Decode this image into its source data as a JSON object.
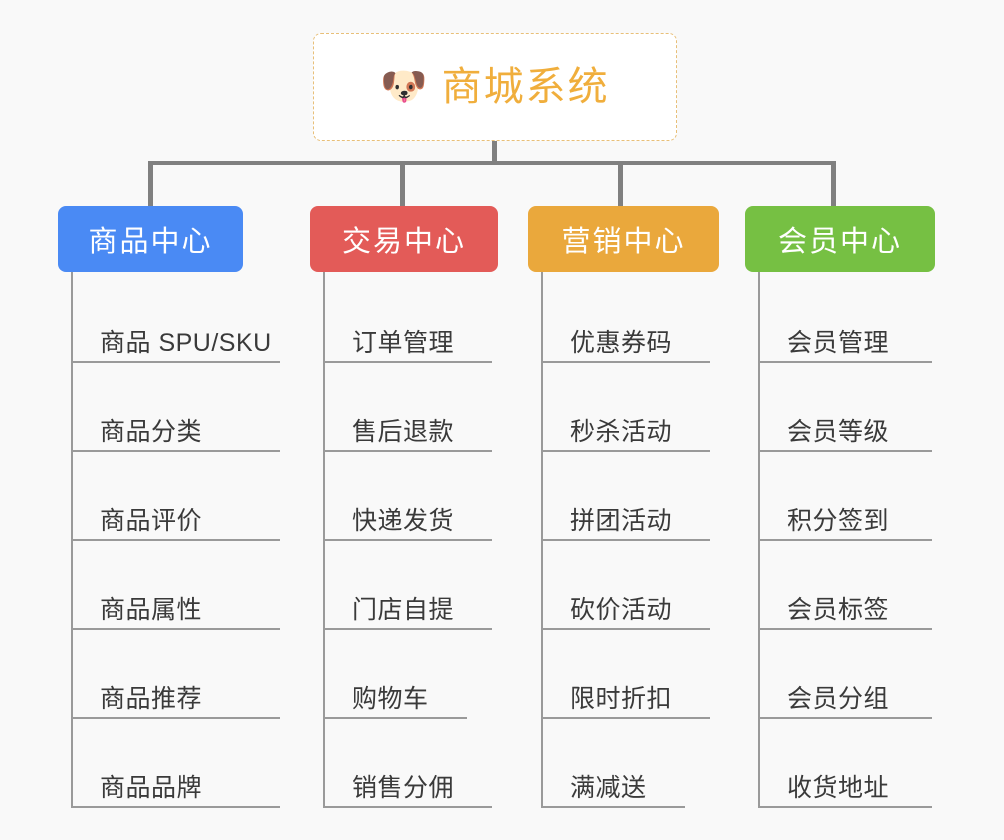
{
  "diagram": {
    "type": "org-chart",
    "background": "#f9f9f9",
    "root": {
      "icon": "dog-face-emoji",
      "icon_glyph": "🐶",
      "title": "商城系统",
      "text_color": "#f0ae3c",
      "border_color": "#e8bf78",
      "background": "#ffffff"
    },
    "connector_color": "#808080",
    "leaf_line_color": "#9a9a9a",
    "columns": [
      {
        "id": "product-center",
        "label": "商品中心",
        "color": "#4a8af4",
        "items": [
          "商品 SPU/SKU",
          "商品分类",
          "商品评价",
          "商品属性",
          "商品推荐",
          "商品品牌"
        ]
      },
      {
        "id": "trade-center",
        "label": "交易中心",
        "color": "#e35b58",
        "items": [
          "订单管理",
          "售后退款",
          "快递发货",
          "门店自提",
          "购物车",
          "销售分佣"
        ]
      },
      {
        "id": "marketing-center",
        "label": "营销中心",
        "color": "#eaa83c",
        "items": [
          "优惠券码",
          "秒杀活动",
          "拼团活动",
          "砍价活动",
          "限时折扣",
          "满减送"
        ]
      },
      {
        "id": "member-center",
        "label": "会员中心",
        "color": "#76c043",
        "items": [
          "会员管理",
          "会员等级",
          "积分签到",
          "会员标签",
          "会员分组",
          "收货地址"
        ]
      }
    ]
  }
}
